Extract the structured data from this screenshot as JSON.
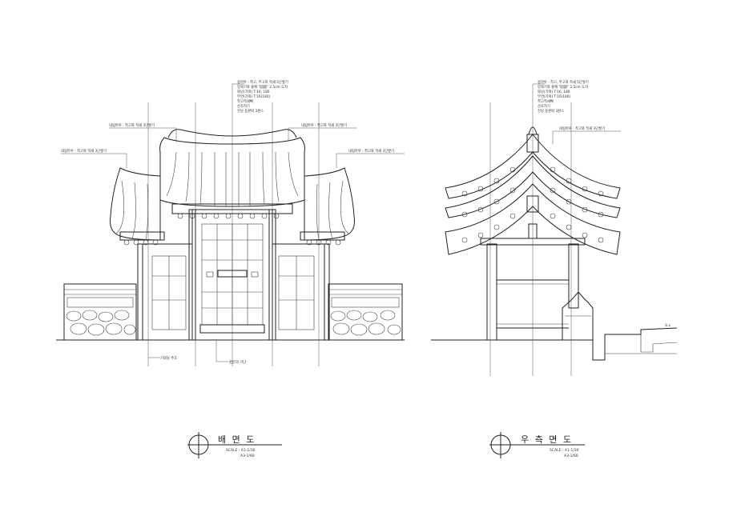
{
  "rear": {
    "title": "배 면 도",
    "scale1": "SCALE : A1-1/30",
    "scale2": "A3-1/60",
    "notes": {
      "top1": "용마루 : 착고, 부고와 적새 5단쌓기",
      "top2": "망와기와 홍예 \"圓圓\" 2.5cm 도자",
      "top3": "와당(기와) T:16, 180",
      "top4": "부연(기와) T:16(180)",
      "top5": "착고적새빼",
      "top6": "산조적기",
      "top7": "진당 동판퇴 3판스",
      "left_mid": "내림마루 : 착고와 적새 3단쌓기",
      "left_low": "내림마루 : 착고와 적새 3단쌓기",
      "right_mid": "내림마루 : 착고와 적새 3단쌓기",
      "right_low": "내림마루 : 착고와 적새 3단쌓기",
      "bot1": "기와담 주초",
      "bot2": "판문의 기단"
    }
  },
  "side": {
    "title": "우 측 면 도",
    "scale1": "SCALE : A1-1/30",
    "scale2": "A3-1/60",
    "notes": {
      "top1": "용마루 : 착고, 부고와 적새 5단쌓기",
      "top2": "망와기와 홍예 \"圓圓\" 2.5cm 도자",
      "top3": "와당(기와) T:16, 180",
      "top4": "부연(기와) T:16(180)",
      "top5": "착고적새빼",
      "top6": "산조적기",
      "top7": "진당 동판퇴 3판스",
      "mid": "내림마루 : 착고와 적새 3단쌓기",
      "right_tag": "G.L"
    }
  }
}
